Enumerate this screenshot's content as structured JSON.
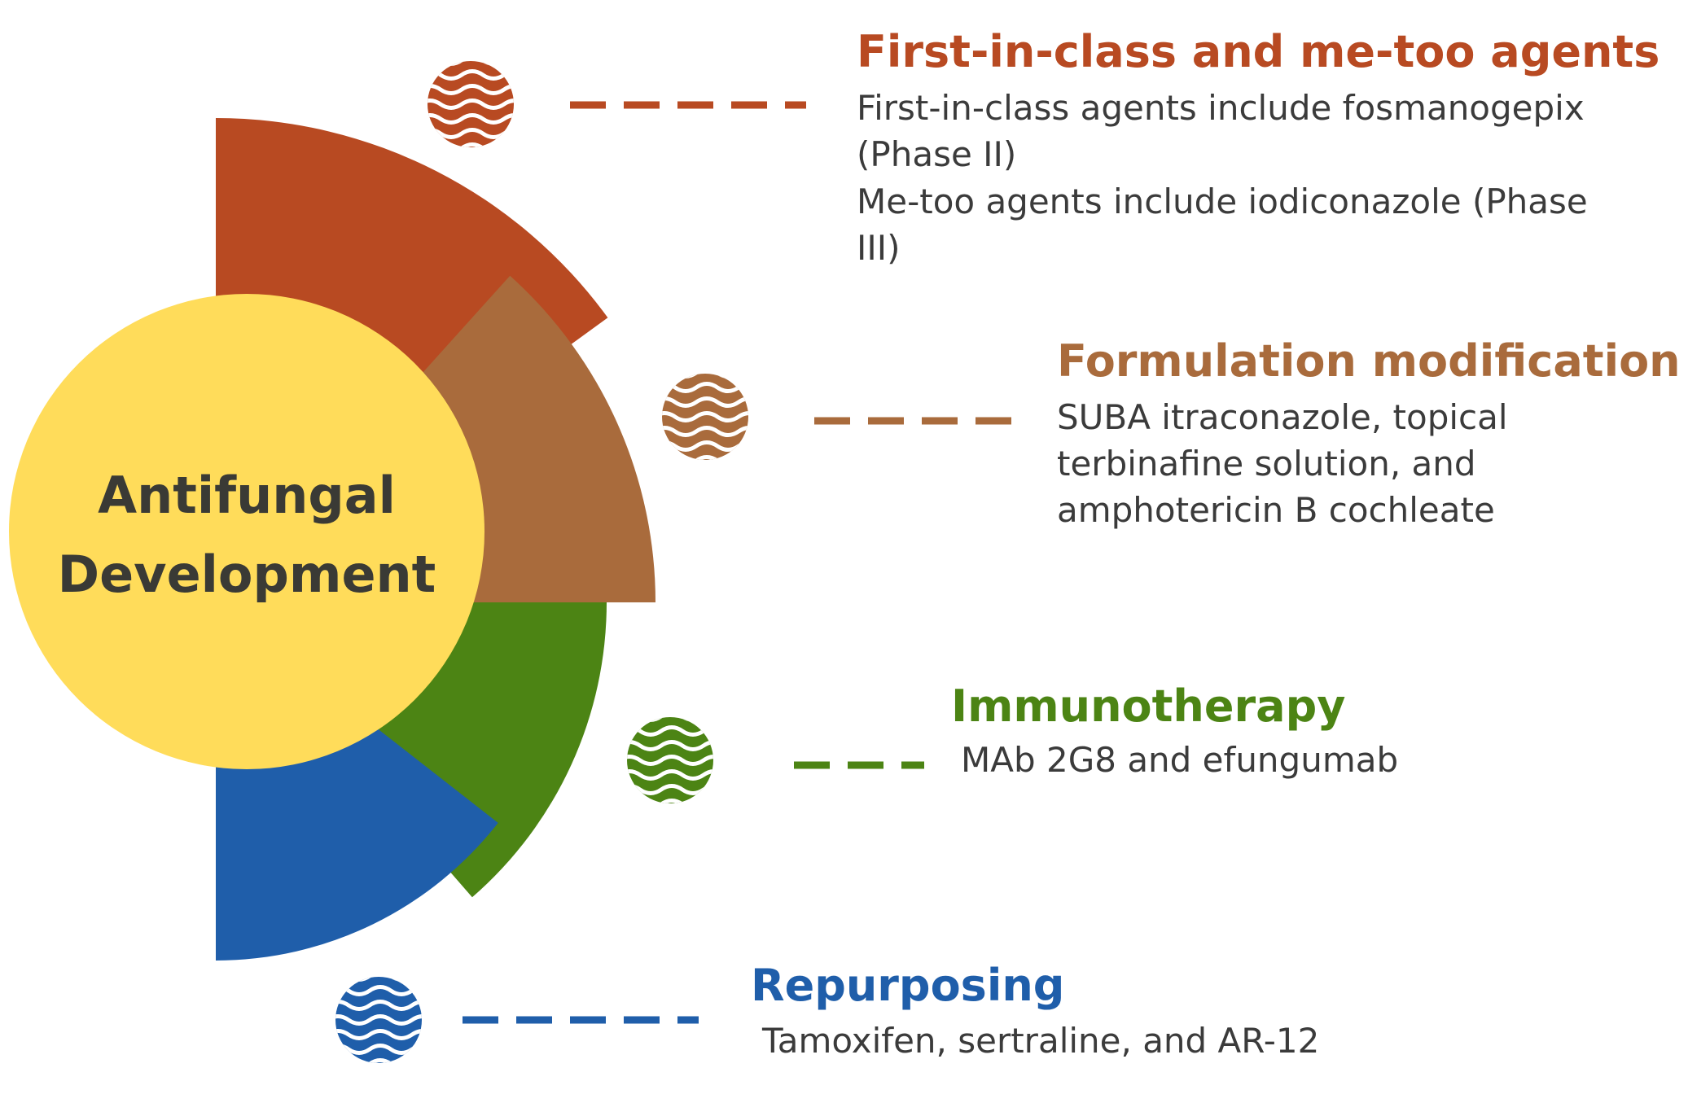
{
  "center": {
    "line1": "Antifungal",
    "line2": "Development",
    "color": "#FFDC5A"
  },
  "items": [
    {
      "key": "first-in-class",
      "heading": "First-in-class and me-too agents",
      "color": "#B84A22",
      "icon": "wave-orb-icon",
      "lines": [
        "First-in-class agents include fosmanogepix",
        "(Phase II)",
        "Me-too agents include iodiconazole (Phase",
        "III)"
      ]
    },
    {
      "key": "formulation",
      "heading": "Formulation modification",
      "color": "#A96B3C",
      "icon": "wave-orb-icon",
      "lines": [
        "SUBA itraconazole, topical",
        "terbinafine solution, and",
        "amphotericin B cochleate"
      ]
    },
    {
      "key": "immunotherapy",
      "heading": "Immunotherapy",
      "color": "#4C8414",
      "icon": "wave-orb-icon",
      "lines": [
        "MAb 2G8 and efungumab"
      ]
    },
    {
      "key": "repurposing",
      "heading": "Repurposing",
      "color": "#1F5EAA",
      "icon": "wave-orb-icon",
      "lines": [
        "Tamoxifen, sertraline, and AR-12"
      ]
    }
  ]
}
